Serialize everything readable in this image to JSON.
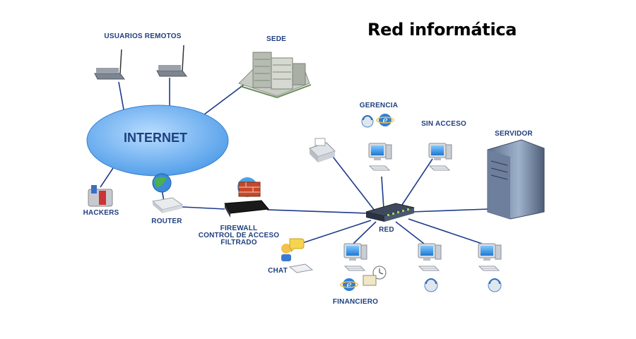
{
  "title": "Red informática",
  "nodes": {
    "internet": "INTERNET",
    "usuarios_remotos": "USUARIOS REMOTOS",
    "sede": "SEDE",
    "hackers": "HACKERS",
    "router": "ROUTER",
    "firewall_line1": "FIREWALL",
    "firewall_line2": "CONTROL DE ACCESO",
    "firewall_line3": "FILTRADO",
    "gerencia": "GERENCIA",
    "sin_acceso": "SIN ACCESO",
    "servidor": "SERVIDOR",
    "red": "RED",
    "chat": "CHAT",
    "financiero": "FINANCIERO"
  },
  "colors": {
    "link": "#1e3a8a",
    "cloud": "#6fb2f0",
    "label": "#1f3f7f"
  }
}
